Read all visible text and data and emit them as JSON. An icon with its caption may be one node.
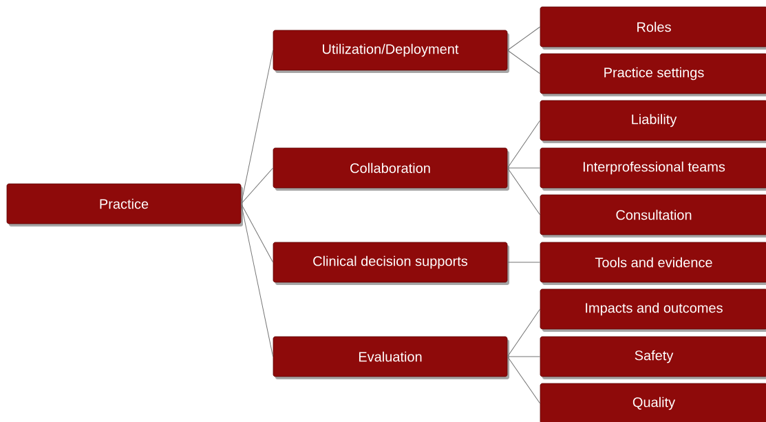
{
  "diagram": {
    "nodes": [
      {
        "text": [
          "Practice"
        ]
      },
      {
        "text": [
          "Utilization/Deployment"
        ]
      },
      {
        "text": [
          "Collaboration"
        ]
      },
      {
        "text": [
          "Clinical decision supports"
        ]
      },
      {
        "text": [
          "Evaluation"
        ]
      },
      {
        "text": [
          "Roles"
        ]
      },
      {
        "text": [
          "Practice settings"
        ]
      },
      {
        "text": [
          "Liability"
        ]
      },
      {
        "text": [
          "Interprofessional teams"
        ]
      },
      {
        "text": [
          "Consultation"
        ]
      },
      {
        "text": [
          "Tools and evidence"
        ]
      },
      {
        "text": [
          "Impacts and outcomes"
        ]
      },
      {
        "text": [
          "Safety"
        ]
      },
      {
        "text": [
          "Quality"
        ]
      }
    ],
    "edges": [
      {
        "from": 0,
        "to": 1,
        "arrow": "none"
      },
      {
        "from": 0,
        "to": 2,
        "arrow": "none"
      },
      {
        "from": 0,
        "to": 3,
        "arrow": "none"
      },
      {
        "from": 0,
        "to": 4,
        "arrow": "none"
      },
      {
        "from": 1,
        "to": 5,
        "arrow": "none"
      },
      {
        "from": 1,
        "to": 6,
        "arrow": "none"
      },
      {
        "from": 2,
        "to": 7,
        "arrow": "none"
      },
      {
        "from": 2,
        "to": 8,
        "arrow": "none"
      },
      {
        "from": 2,
        "to": 9,
        "arrow": "none"
      },
      {
        "from": 3,
        "to": 10,
        "arrow": "none"
      },
      {
        "from": 4,
        "to": 11,
        "arrow": "none"
      },
      {
        "from": 4,
        "to": 12,
        "arrow": "none"
      },
      {
        "from": 4,
        "to": 13,
        "arrow": "none"
      }
    ]
  }
}
